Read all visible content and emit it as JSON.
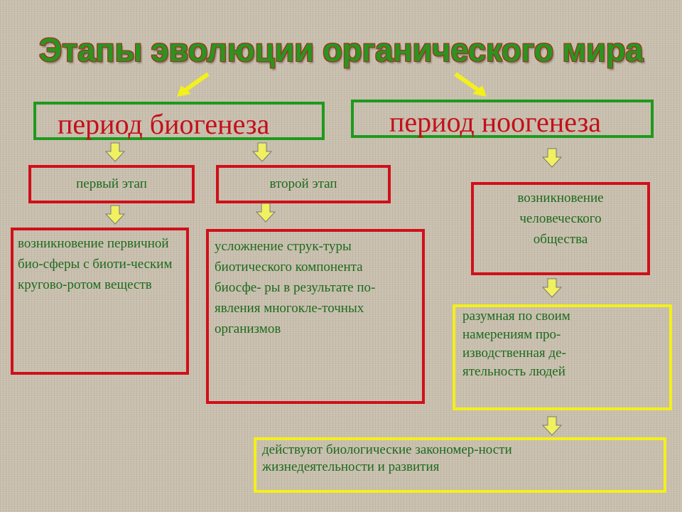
{
  "title": "Этапы эволюции органического мира",
  "periods": {
    "biogenesis": "период биогенеза",
    "noogenesis": "период ноогенеза"
  },
  "stages": {
    "first": "первый этап",
    "second": "второй этап"
  },
  "descriptions": {
    "first": "возникновение первичной био-сферы с биоти-ческим кругово-ротом веществ",
    "second": "усложнение струк-туры биотического компонента биосфе- ры в результате по-явления многокле-точных организмов",
    "human_society": "возникновение человеческого общества",
    "production": "разумная по своим намерениям про-изводственная де-ятельность людей",
    "laws": "действуют биологические закономер-ности жизнедеятельности и развития"
  },
  "colors": {
    "title": "#2b9420",
    "period_text": "#c4101a",
    "body_text": "#1d6a1d",
    "green_border": "#1e9a1e",
    "red_border": "#d0101a",
    "yellow_border": "#f4f01a",
    "arrow": "#f0f060"
  }
}
